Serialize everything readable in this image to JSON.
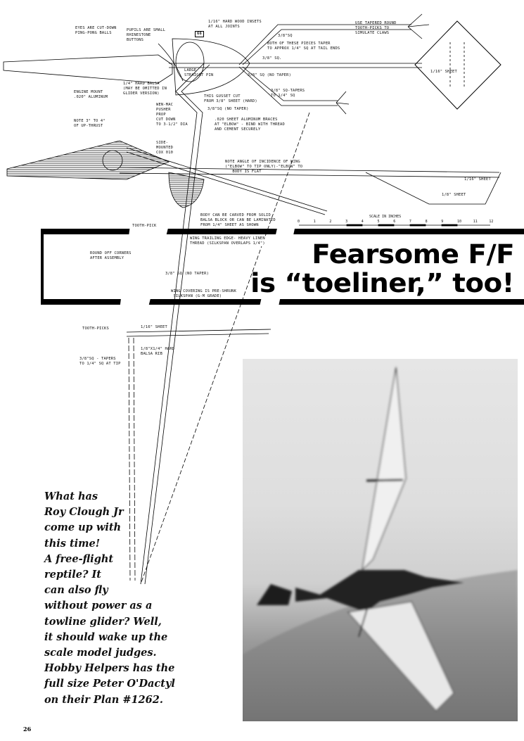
{
  "headline": {
    "line1": "Fearsome F/F",
    "line2": "is “toeliner,” too!"
  },
  "intro_lines": [
    "What has",
    "Roy Clough Jr",
    "come up with",
    "this time!",
    "A free-flight",
    "reptile? It",
    "can also fly",
    "without power as a",
    "towline glider? Well,",
    "it should wake up the",
    "scale model judges.",
    "Hobby Helpers has the",
    "full size Peter O'Dactyl",
    "on their Plan #1262."
  ],
  "page_number": "26",
  "scale": {
    "title": "SCALE IN INCHES",
    "ticks": [
      "0",
      "1",
      "2",
      "3",
      "4",
      "5",
      "6",
      "7",
      "8",
      "9",
      "10",
      "11",
      "12"
    ]
  },
  "annotations": {
    "eyes": "EYES ARE CUT-DOWN\nPING-PONG BALLS",
    "pupils": "PUPILS ARE SMALL\nRHINESTONE\nBUTTONS",
    "section_mark": "66",
    "insets": "1/16\" HARD WOOD INSETS\nAT ALL JOINTS",
    "sq38_a": "3/8\"SQ",
    "taper_both": "BOTH OF THESE PIECES TAPER\nTO APPROX 1/4\" SQ AT TAIL ENDS",
    "claws": "USE TAPERED ROUND\nTOOTH-PICKS TO\nSIMULATE CLAWS",
    "tail_sheet": "1/16\" SHEET",
    "sq38_b": "3/8\" SQ.",
    "pin": "LARGE\nSTRAIGHT PIN",
    "sq38_notaper": "3/8\" SQ (NO TAPER)",
    "sq38_tapers": "3/8\" SQ-TAPERS\nTO 1/4\" SQ",
    "hard_balsa": "1/4\" HARD BALSA\n(MAY BE OMITTED IN\nGLIDER VERSION)",
    "engine_mount": "ENGINE MOUNT\n.020\" ALUMINUM",
    "gusset": "THIS GUSSET CUT\nFROM 3/8\" SHEET (HARD)",
    "prop": "WEN-MAC\nPUSHER\nPROP\nCUT DOWN\nTO 3-1/2\" DIA",
    "sq38_notaper_b": "3/8\"SQ (NO TAPER)",
    "braces": ".020 SHEET ALUMINUM BRACES\nAT \"ELBOW\" - BIND WITH THREAD\nAND CEMENT SECURELY",
    "upthrust": "NOTE 3° TO 4°\nOF UP-THRUST",
    "cox": "SIDE-\nMOUNTED\nCOX 010",
    "incidence": "NOTE ANGLE OF INCIDENCE OF WING\n(\"ELBOW\" TO TIP ONLY)-\"ELBOW\" TO\n   BODY IS FLAT",
    "body": "BODY CAN BE CARVED FROM SOLID\nBALSA BLOCK OR CAN BE LAMINATED\nFROM 1/4\" SHEET AS SHOWN",
    "toothpick": "TOOTH-PICK",
    "sheet_116_b": "1/16\" SHEET",
    "sheet_18": "1/8\" SHEET",
    "trailing_edge": "WING TRAILING EDGE- HEAVY LINEN\nTHREAD (SILKSPAN OVERLAPS 1/4\")",
    "round_off": "ROUND OFF CORNERS\nAFTER ASSEMBLY",
    "sq38_notaper_c": "3/8\" SQ (NO TAPER)",
    "covering": "WING COVERING IS PRE-SHRUNK\n SILKSPAN (G-M GRADE)",
    "toothpicks": "TOOTH-PICKS",
    "sheet_116_c": "1/16\" SHEET",
    "rib": "1/8\"x1/4\" HARD\nBALSA RIB",
    "tip": "3/8\"SQ - TAPERS\nTO 1/4\" SQ AT TIP"
  },
  "colors": {
    "ink": "#000000",
    "paper": "#ffffff",
    "photo_sky": "#e0e0e0",
    "photo_ground": "#6e6e6e"
  }
}
